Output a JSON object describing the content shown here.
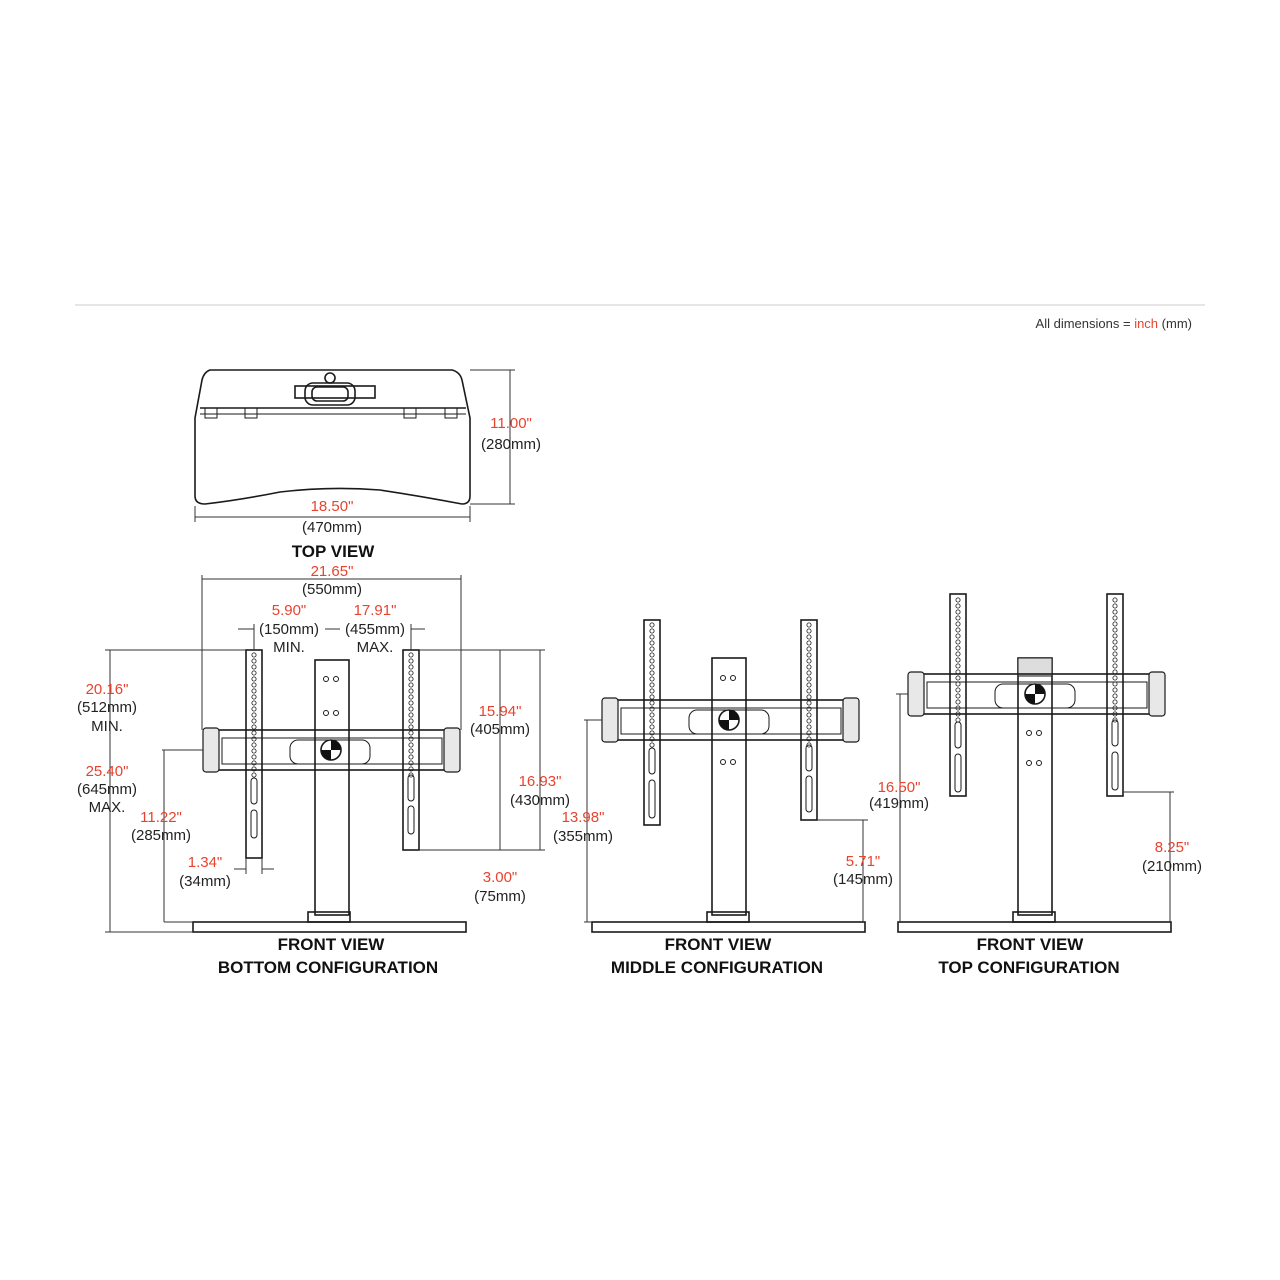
{
  "note": {
    "prefix": "All dimensions = ",
    "unit_inch": "inch",
    "unit_mm": "(mm)"
  },
  "colors": {
    "inch": "#e8432e",
    "mm": "#222222",
    "line": "#1a1a1a"
  },
  "top_view": {
    "title": "TOP VIEW",
    "depth_in": "11.00\"",
    "depth_mm": "(280mm)",
    "width_in": "18.50\"",
    "width_mm": "(470mm)"
  },
  "front_bottom": {
    "title1": "FRONT VIEW",
    "title2": "BOTTOM CONFIGURATION",
    "overall_in": "21.65\"",
    "overall_mm": "(550mm)",
    "vesa_min_in": "5.90\"",
    "vesa_min_mm": "(150mm)",
    "vesa_min_lbl": "MIN.",
    "vesa_max_in": "17.91\"",
    "vesa_max_mm": "(455mm)",
    "vesa_max_lbl": "MAX.",
    "h_min_in": "20.16\"",
    "h_min_mm": "(512mm)",
    "h_min_lbl": "MIN.",
    "h_max_in": "25.40\"",
    "h_max_mm": "(645mm)",
    "h_max_lbl": "MAX.",
    "h_bar_in": "11.22\"",
    "h_bar_mm": "(285mm)",
    "arm_w_in": "1.34\"",
    "arm_w_mm": "(34mm)",
    "v405_in": "15.94\"",
    "v405_mm": "(405mm)",
    "v430_in": "16.93\"",
    "v430_mm": "(430mm)",
    "v75_in": "3.00\"",
    "v75_mm": "(75mm)"
  },
  "front_middle": {
    "title1": "FRONT VIEW",
    "title2": "MIDDLE CONFIGURATION",
    "h_bar_in": "13.98\"",
    "h_bar_mm": "(355mm)",
    "arm_bottom_in": "5.71\"",
    "arm_bottom_mm": "(145mm)"
  },
  "front_top": {
    "title1": "FRONT VIEW",
    "title2": "TOP CONFIGURATION",
    "h_bar_in": "16.50\"",
    "h_bar_mm": "(419mm)",
    "arm_bottom_in": "8.25\"",
    "arm_bottom_mm": "(210mm)"
  }
}
